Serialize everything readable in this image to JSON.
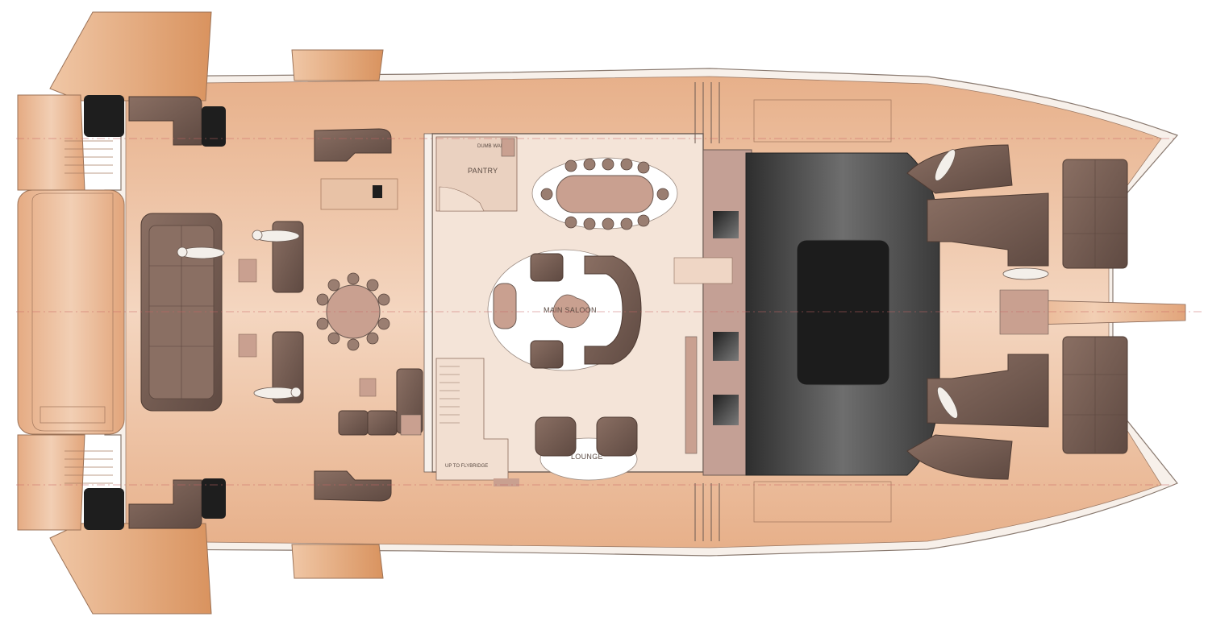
{
  "labels": {
    "pantry": "PANTRY",
    "pantry_sub": "DUMB WAITER",
    "main_saloon": "MAIN SALOON",
    "lounge": "LOUNGE",
    "up_to_flybridge": "UP TO FLYBRIDGE"
  },
  "colors": {
    "deck": "#e9b491",
    "deck_light": "#f3d2b9",
    "deck_dark": "#d99868",
    "saloon_floor": "#f3e2d6",
    "upholstery": "#7d6257",
    "upholstery_light": "#b89e92",
    "table": "#c9a090",
    "glass": "#3c3c3c",
    "bulkhead": "#c4a095",
    "outline": "#6b5a52"
  }
}
